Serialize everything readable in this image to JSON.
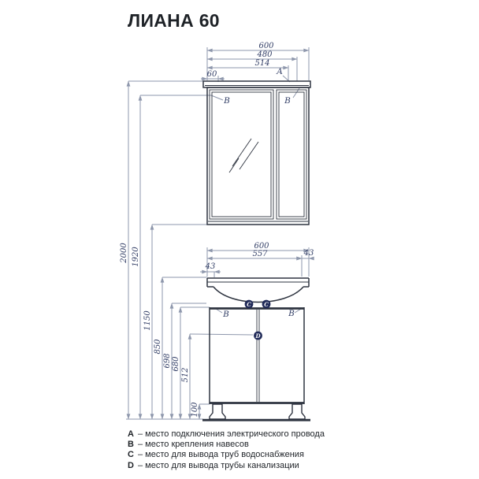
{
  "title": "ЛИАНА 60",
  "mirror_section": {
    "width_total": "600",
    "width_hangers": "480",
    "width_power": "514",
    "hanger_offset": "60",
    "label_power": "A",
    "label_hanger_left": "B",
    "label_hanger_right": "B"
  },
  "height_dims": {
    "total": "2000",
    "hangers": "1920",
    "mirror_bottom": "1150",
    "basin_top": "850",
    "water_pipes": "698",
    "cabinet_top": "680",
    "drain": "512",
    "legs": "100"
  },
  "sink_section": {
    "width_total": "600",
    "width_hanger_right": "557",
    "offset_right": "43",
    "offset_left": "43",
    "label_hanger_left": "B",
    "label_hanger_right": "B",
    "label_water_1": "C",
    "label_water_2": "C",
    "label_drain": "D"
  },
  "legend": {
    "items": [
      {
        "letter": "A",
        "text": "– место подключения электрического провода"
      },
      {
        "letter": "B",
        "text": "– место крепления навесов"
      },
      {
        "letter": "C",
        "text": "– место для вывода труб водоснабжения"
      },
      {
        "letter": "D",
        "text": "– место для вывода трубы канализации"
      }
    ]
  },
  "colors": {
    "furniture_line": "#2e3440",
    "dimension_line": "#8e97ac",
    "dimension_text": "#323e66",
    "point_marker": "#202a58",
    "text": "#1e2227"
  }
}
